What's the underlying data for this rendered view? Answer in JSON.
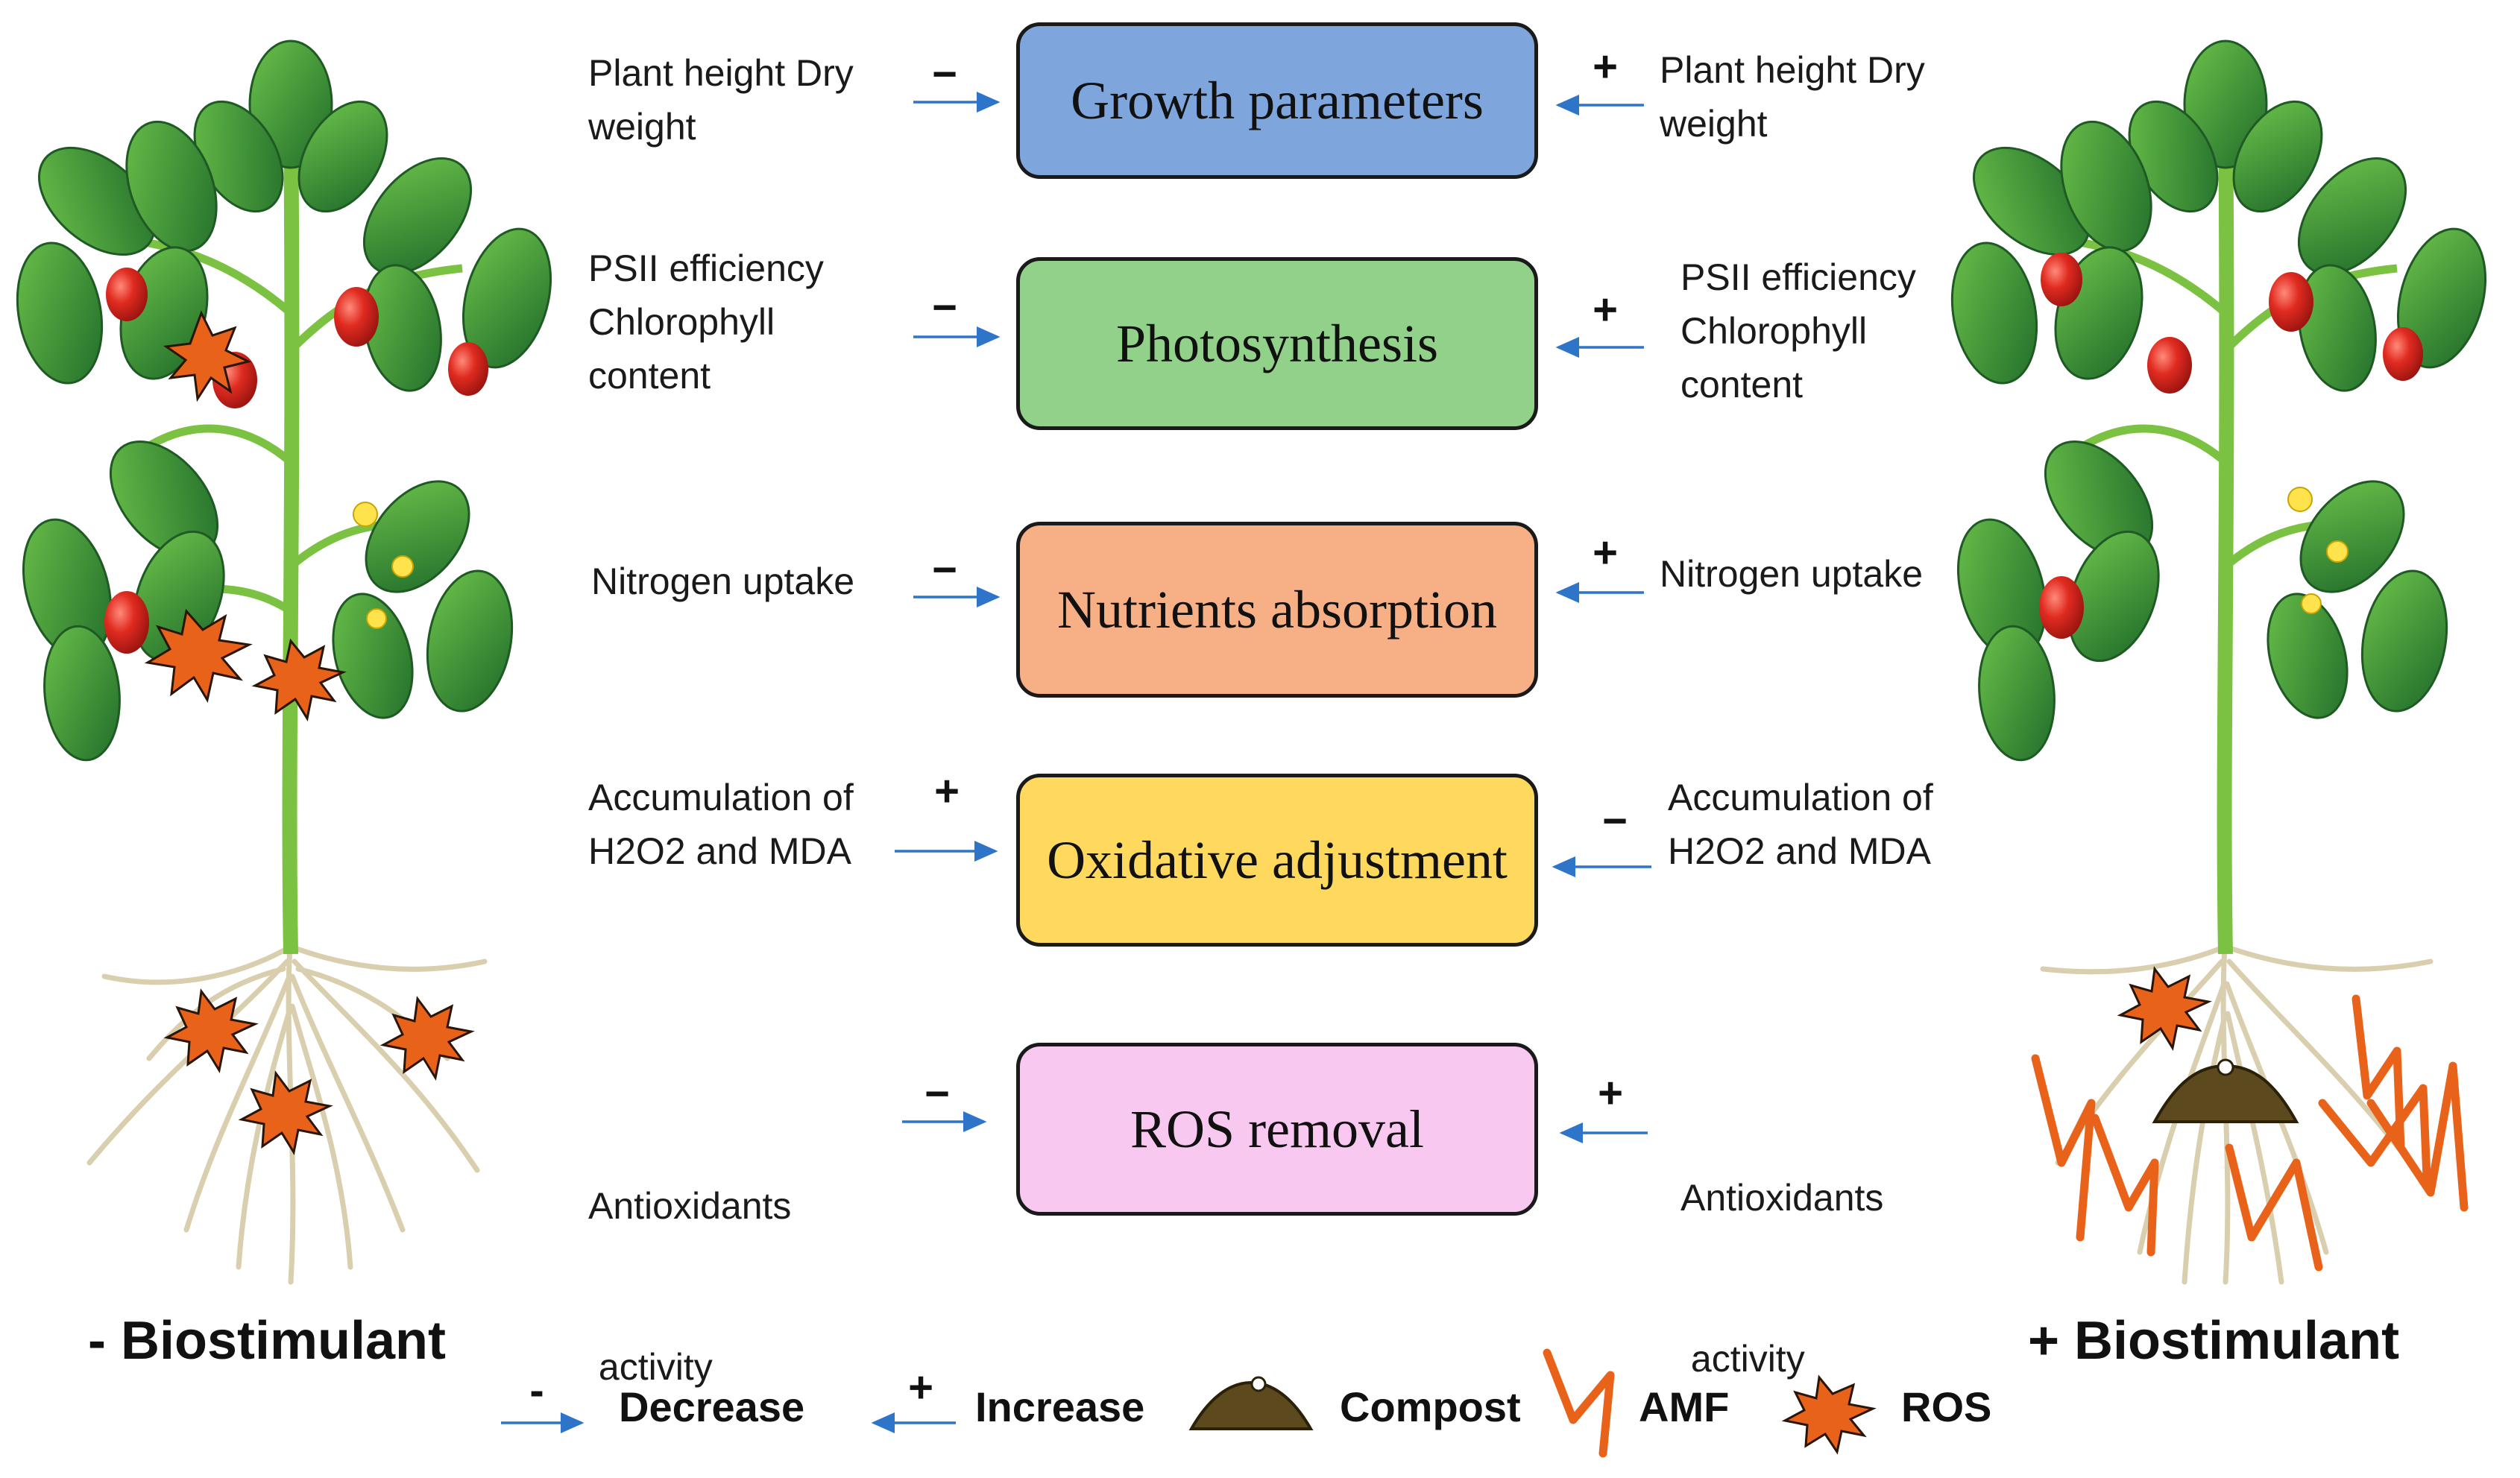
{
  "boxes": [
    {
      "label": "Growth parameters",
      "color": "#7ea6dc"
    },
    {
      "label": "Photosynthesis",
      "color": "#92d18a"
    },
    {
      "label": "Nutrients absorption",
      "color": "#f7b086"
    },
    {
      "label": "Oxidative adjustment",
      "color": "#ffd95e"
    },
    {
      "label": "ROS removal",
      "color": "#f9c8f0"
    }
  ],
  "left_effects": [
    {
      "lines": [
        "Plant height  Dry",
        "weight"
      ],
      "sign": "−"
    },
    {
      "lines": [
        "PSII efficiency",
        "Chlorophyll",
        "content"
      ],
      "sign": "−"
    },
    {
      "lines": [
        "Nitrogen uptake"
      ],
      "sign": "−"
    },
    {
      "lines": [
        "Accumulation of",
        "H2O2 and MDA"
      ],
      "sign": "+"
    },
    {
      "lines": [
        "Antioxidants",
        " activity"
      ],
      "sign": "−"
    }
  ],
  "right_effects": [
    {
      "lines": [
        "Plant height  Dry",
        "weight"
      ],
      "sign": "+"
    },
    {
      "lines": [
        "PSII efficiency",
        "Chlorophyll",
        "content"
      ],
      "sign": "+"
    },
    {
      "lines": [
        "Nitrogen uptake"
      ],
      "sign": "+"
    },
    {
      "lines": [
        "Accumulation of",
        "H2O2 and MDA"
      ],
      "sign": "−"
    },
    {
      "lines": [
        "Antioxidants",
        " activity"
      ],
      "sign": "+"
    }
  ],
  "plants": {
    "left_label": "- Biostimulant",
    "right_label": "+ Biostimulant"
  },
  "legend": {
    "decrease_sign": "-",
    "decrease_label": "Decrease",
    "increase_sign": "+",
    "increase_label": "Increase",
    "compost_label": "Compost",
    "amf_label": "AMF",
    "ros_label": "ROS"
  },
  "colors": {
    "arrow": "#2e75c9",
    "ros": "#e8621a",
    "amf": "#e8621a",
    "compost": "#5c4a1e",
    "leaf": "#3f9b2f",
    "stem": "#7cc242",
    "tomato": "#e02b20",
    "root": "#d9cfae"
  }
}
